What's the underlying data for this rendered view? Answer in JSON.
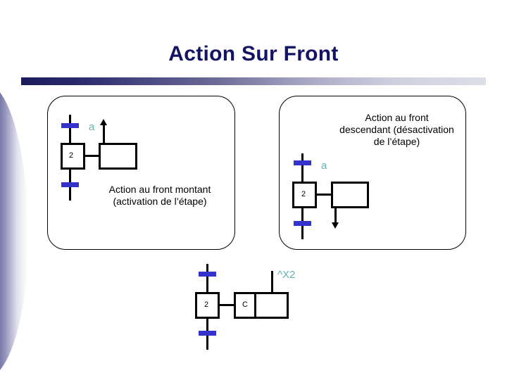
{
  "slide": {
    "title": "Action Sur Front",
    "title_color": "#141464",
    "background": "#ffffff"
  },
  "decor": {
    "title_bar_gradient_from": "#1a1a5e",
    "title_bar_gradient_to": "#dedeea",
    "left_shape_color": "#2a2a6e"
  },
  "colors": {
    "transition_bar": "#3333cc",
    "condition_label": "#66b2b2",
    "line": "#000000"
  },
  "panels": [
    {
      "id": "rising-edge",
      "step_number": "2",
      "transition_condition": "a",
      "action_box_text": "",
      "arrow_direction": "up",
      "caption": "Action au front montant (activation de l’étape)"
    },
    {
      "id": "falling-edge",
      "step_number": "2",
      "transition_condition": "a",
      "action_box_text": "",
      "arrow_direction": "down",
      "caption": "Action au front descendant (désactivation de l’étape)"
    }
  ],
  "bottom_diagram": {
    "step_number": "2",
    "action_qualifier": "C",
    "action_box_text": "",
    "condition_label": "^X2"
  }
}
